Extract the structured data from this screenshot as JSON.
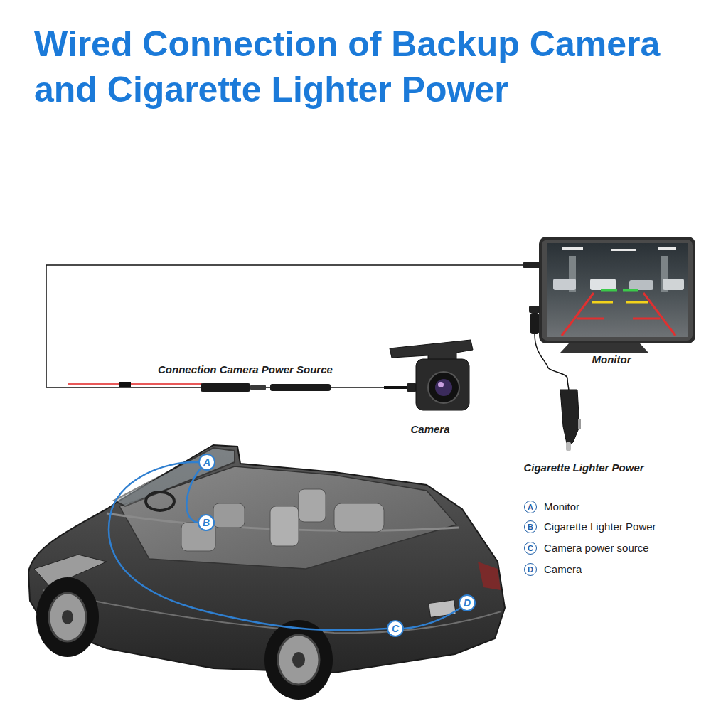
{
  "diagram": {
    "title": "Wired Connection of Backup Camera and Cigarette Lighter Power",
    "nodes": [
      {
        "text": [
          "Monitor"
        ]
      },
      {
        "text": [
          "Camera"
        ]
      },
      {
        "text": [
          "Cigarette Lighter Power"
        ]
      },
      {
        "text": [
          "A"
        ]
      },
      {
        "text": [
          "B"
        ]
      },
      {
        "text": [
          "C"
        ]
      },
      {
        "text": [
          "D"
        ]
      }
    ],
    "edges": [
      {
        "from": 1,
        "to": 0,
        "label": "Connection Camera Power Source",
        "arrow": "none"
      },
      {
        "from": 2,
        "to": 0,
        "arrow": "none"
      },
      {
        "from": 3,
        "to": 4,
        "arrow": "none"
      },
      {
        "from": 3,
        "to": 5,
        "arrow": "none"
      },
      {
        "from": 5,
        "to": 6,
        "arrow": "none"
      }
    ],
    "labels": [
      "A",
      "B",
      "C",
      "D"
    ],
    "legend": [
      {
        "text": "Monitor"
      },
      {
        "text": "Cigarette Lighter Power"
      },
      {
        "text": "Camera power source"
      },
      {
        "text": "Camera"
      }
    ]
  }
}
